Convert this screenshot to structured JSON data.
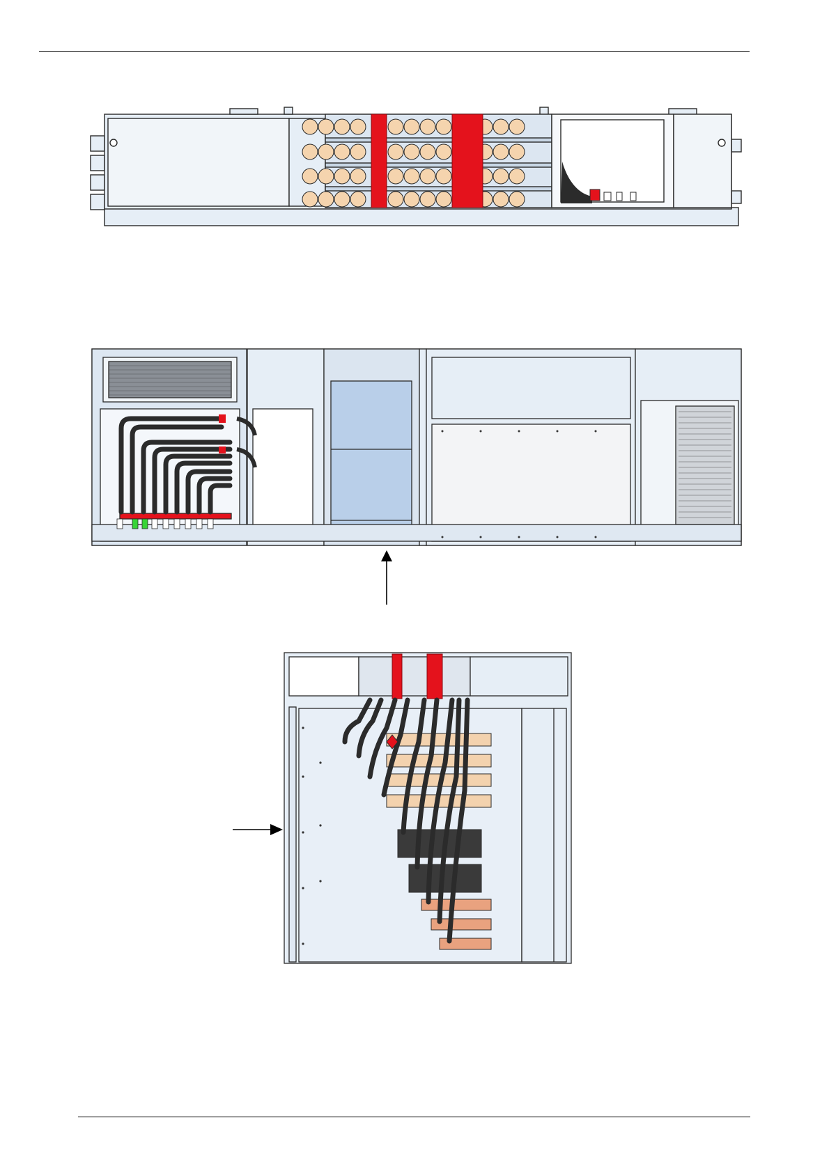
{
  "colors": {
    "frame_fill": "#e6eef6",
    "panel_blue": "#b9cfe9",
    "panel_light": "#f1f5f9",
    "outline": "#2a2a2a",
    "cable_black": "#2b2b2b",
    "red": "#e4121c",
    "copper_bar": "#f3d2ae",
    "copper_dark": "#e9a27f",
    "roll_fill": "#f5d4ae",
    "green_lug": "#37d437"
  },
  "figures": [
    {
      "view": "top-view",
      "description_icon": "cabinet-top-view"
    },
    {
      "view": "front-view",
      "description_icon": "cabinet-front-view"
    },
    {
      "view": "side-view",
      "description_icon": "cabinet-side-view"
    }
  ],
  "arrows": [
    {
      "icon": "arrow-up-icon"
    },
    {
      "icon": "arrow-right-icon"
    }
  ]
}
